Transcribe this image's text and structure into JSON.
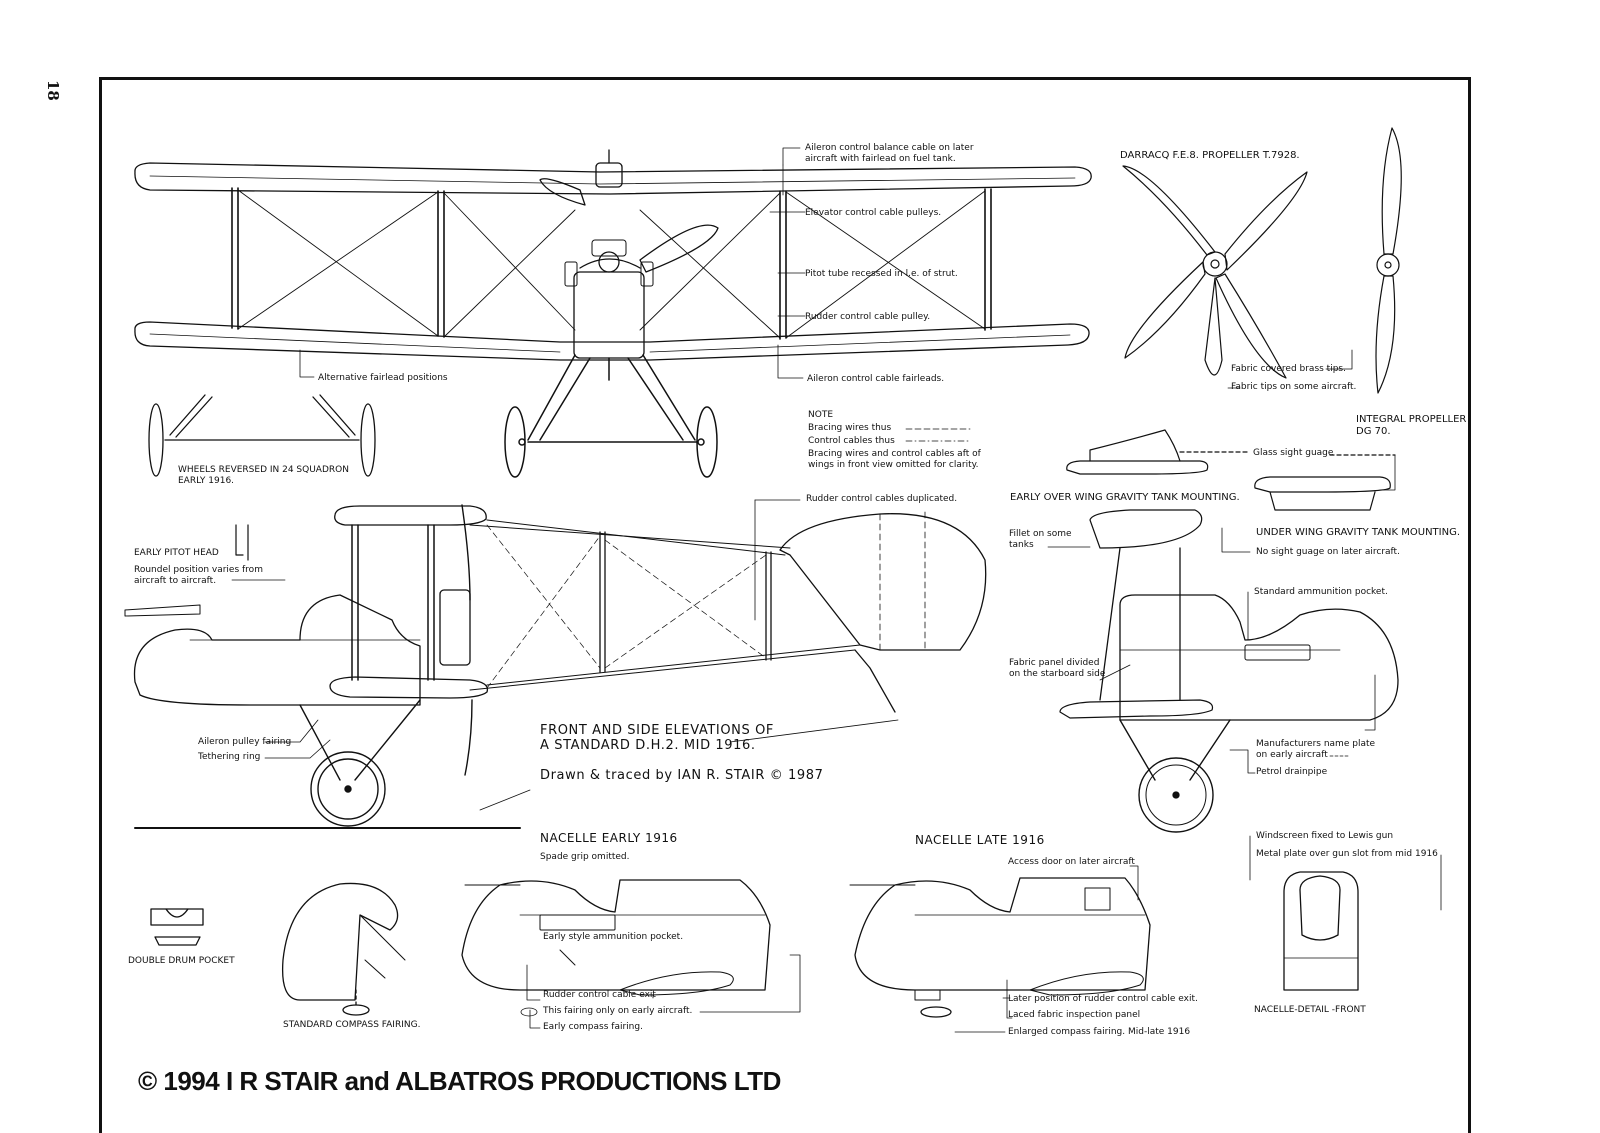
{
  "page_number": "18",
  "copyright": "© 1994 I R STAIR and ALBATROS PRODUCTIONS LTD",
  "front_view_callouts": {
    "aileron_balance": "Aileron control balance cable on later\naircraft with fairlead on fuel tank.",
    "elevator_pulleys": "Elevator control cable pulleys.",
    "pitot_tube": "Pitot tube recessed in l.e. of strut.",
    "rudder_pulley": "Rudder control cable pulley.",
    "aileron_fairleads": "Aileron control cable fairleads.",
    "alt_fairlead": "Alternative fairlead positions"
  },
  "wheels_note": "WHEELS REVERSED IN 24 SQUADRON\nEARLY 1916.",
  "legend_note": {
    "heading": "NOTE",
    "bracing": "Bracing wires thus",
    "control": "Control cables thus",
    "omitted": "Bracing wires and control cables aft of\nwings in front view omitted for clarity."
  },
  "propeller": {
    "darracq_title": "DARRACQ F.E.8. PROPELLER T.7928.",
    "brass_tips": "Fabric covered brass tips.",
    "fabric_tips": "Fabric tips on some aircraft.",
    "integral_title": "INTEGRAL PROPELLER\nDG 70."
  },
  "gravity_tank": {
    "glass_gauge": "Glass sight guage",
    "over_wing": "EARLY OVER WING GRAVITY TANK MOUNTING.",
    "under_wing": "UNDER WING GRAVITY TANK MOUNTING.",
    "no_gauge": "No sight guage on later aircraft."
  },
  "side_view_callouts": {
    "rudder_cables": "Rudder control cables duplicated.",
    "early_pitot": "EARLY PITOT HEAD",
    "roundel": "Roundel position varies from\naircraft to aircraft.",
    "aileron_pulley": "Aileron pulley fairing",
    "tethering": "Tethering ring"
  },
  "title_block": {
    "line1": "FRONT AND SIDE ELEVATIONS OF",
    "line2": "A STANDARD D.H.2. MID 1916.",
    "credit": "Drawn & traced by IAN R. STAIR © 1987"
  },
  "nacelle_detail": {
    "fillet": "Fillet on some\ntanks",
    "standard_pocket": "Standard ammunition pocket.",
    "fabric_panel": "Fabric panel divided\non the starboard side",
    "manufacturer_plate": "Manufacturers name plate\non early aircraft",
    "petrol_drain": "Petrol drainpipe"
  },
  "nacelle_early": {
    "title": "NACELLE EARLY 1916",
    "spade_grip": "Spade grip omitted.",
    "early_pocket": "Early style ammunition pocket.",
    "rudder_exit": "Rudder control cable exit",
    "fairing_early": "This fairing only on early aircraft.",
    "early_compass": "Early compass fairing."
  },
  "nacelle_late": {
    "title": "NACELLE LATE 1916",
    "access_door": "Access door on later aircraft",
    "later_exit": "Later position of rudder control cable exit.",
    "laced_panel": "Laced fabric inspection panel",
    "enlarged_compass": "Enlarged compass fairing. Mid-late 1916"
  },
  "nacelle_front": {
    "windscreen": "Windscreen fixed to Lewis gun",
    "metal_plate": "Metal plate over gun slot from mid 1916",
    "title": "NACELLE-DETAIL -FRONT"
  },
  "misc": {
    "double_drum": "DOUBLE DRUM POCKET",
    "compass_fairing": "STANDARD COMPASS FAIRING."
  }
}
